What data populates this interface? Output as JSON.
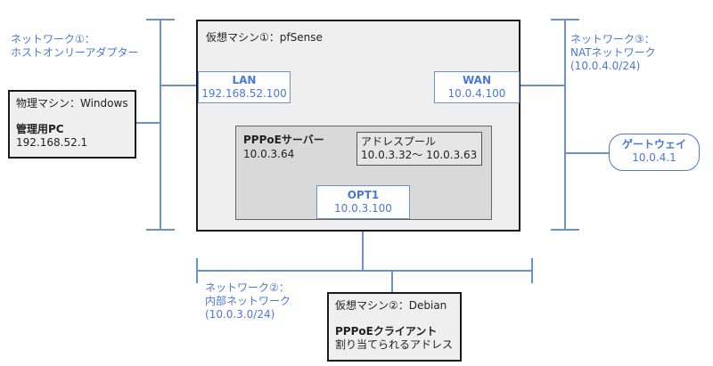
{
  "network1": {
    "title": "ネットワーク①：",
    "subtitle": "ホストオンリーアダプター"
  },
  "network2": {
    "title": "ネットワーク②：",
    "subtitle": "内部ネットワーク",
    "cidr": "(10.0.3.0/24)"
  },
  "network3": {
    "title": "ネットワーク③：",
    "subtitle": "NATネットワーク",
    "cidr": "(10.0.4.0/24)"
  },
  "physical": {
    "title": "物理マシン：Windows",
    "pc_name": "管理用PC",
    "pc_ip": "192.168.52.1"
  },
  "pfsense": {
    "title": "仮想マシン①：pfSense",
    "lan": {
      "label": "LAN",
      "ip": "192.168.52.100"
    },
    "wan": {
      "label": "WAN",
      "ip": "10.0.4.100"
    },
    "opt1": {
      "label": "OPT1",
      "ip": "10.0.3.100"
    },
    "pppoe": {
      "label": "PPPoEサーバー",
      "ip": "10.0.3.64"
    },
    "pool": {
      "label": "アドレスプール",
      "range": "10.0.3.32～ 10.0.3.63"
    }
  },
  "gateway": {
    "label": "ゲートウェイ",
    "ip": "10.0.4.1"
  },
  "debian": {
    "title": "仮想マシン②：Debian",
    "client": "PPPoEクライアント",
    "desc": "割り当てられるアドレス"
  },
  "colors": {
    "line": "#4a78d6",
    "machine_border": "#1a1a1a"
  }
}
